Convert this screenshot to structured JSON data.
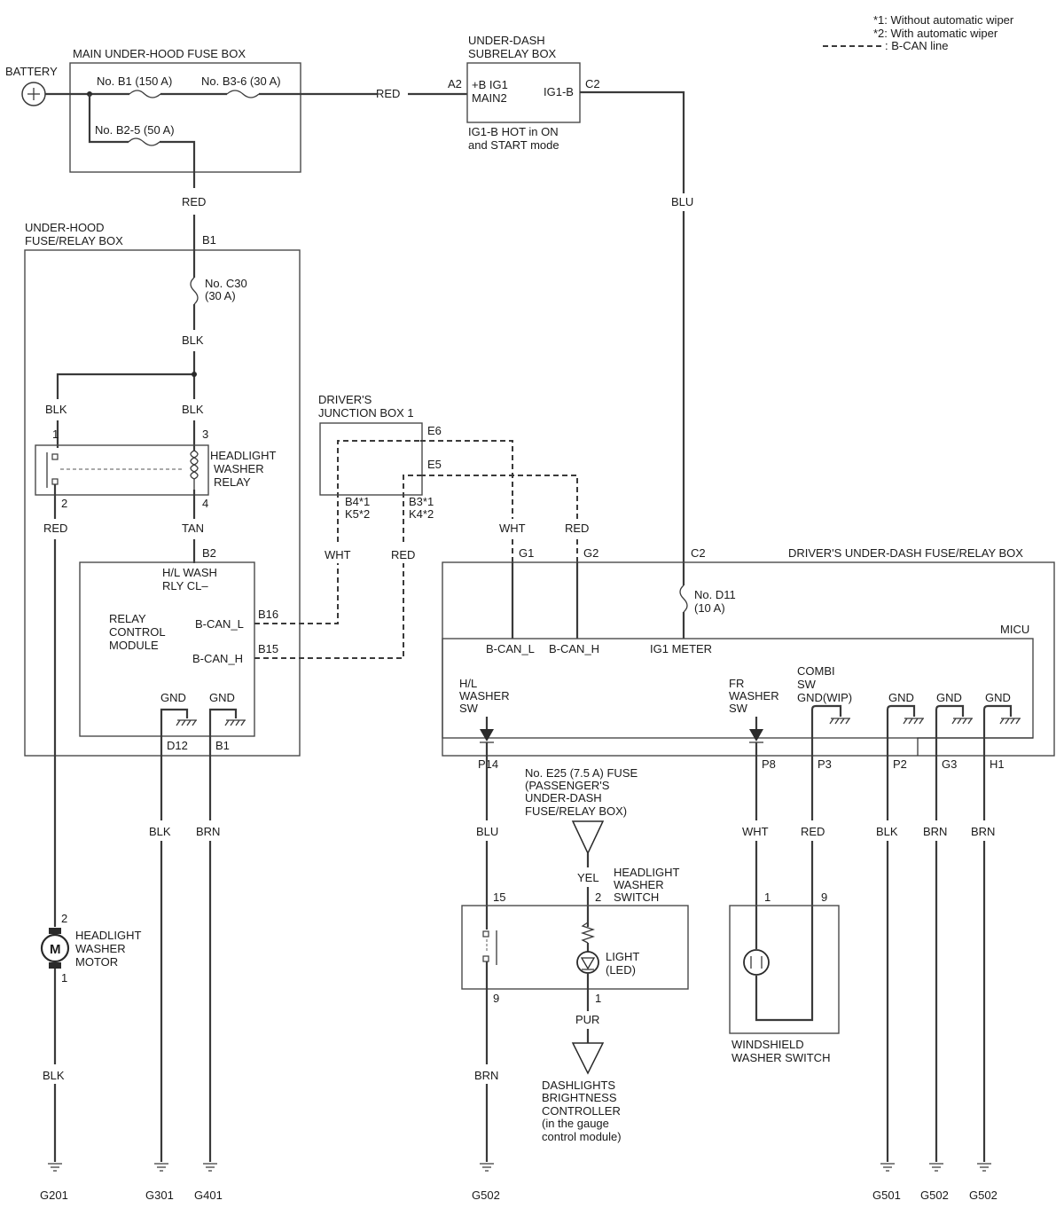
{
  "legend": {
    "note1": "*1: Without automatic wiper",
    "note2": "*2: With automatic wiper",
    "can_line": ": B-CAN line"
  },
  "battery": {
    "label": "BATTERY"
  },
  "main_fuse_box": {
    "title": "MAIN UNDER-HOOD FUSE BOX",
    "fuse_b1": "No. B1 (150 A)",
    "fuse_b3_6": "No. B3-6 (30 A)",
    "fuse_b2_5": "No. B2-5 (50 A)"
  },
  "subrelay_box": {
    "title1": "UNDER-DASH",
    "title2": "SUBRELAY BOX",
    "pin_a2": "A2",
    "pin_c2": "C2",
    "term1": "+B IG1",
    "term2": "MAIN2",
    "term3": "IG1-B",
    "note1": "IG1-B HOT in ON",
    "note2": "and START mode"
  },
  "uh_box": {
    "title1": "UNDER-HOOD",
    "title2": "FUSE/RELAY BOX",
    "pin_b1": "B1",
    "fuse1": "No. C30",
    "fuse2": "(30 A)",
    "relay1": "HEADLIGHT",
    "relay2": "WASHER",
    "relay3": "RELAY",
    "rp1": "1",
    "rp2": "2",
    "rp3": "3",
    "rp4": "4",
    "pin_b2": "B2"
  },
  "rcm": {
    "hl1": "H/L WASH",
    "hl2": "RLY CL–",
    "name1": "RELAY",
    "name2": "CONTROL",
    "name3": "MODULE",
    "canl": "B-CAN_L",
    "canh": "B-CAN_H",
    "pin_b16": "B16",
    "pin_b15": "B15",
    "gnd1": "GND",
    "gnd2": "GND",
    "pin_d12": "D12",
    "pin_b1": "B1"
  },
  "jb1": {
    "title1": "DRIVER'S",
    "title2": "JUNCTION BOX 1",
    "pin_e6": "E6",
    "pin_e5": "E5",
    "pin_b4": "B4*1",
    "pin_k5": "K5*2",
    "pin_b3": "B3*1",
    "pin_k4": "K4*2"
  },
  "udash_box": {
    "title": "DRIVER'S UNDER-DASH FUSE/RELAY BOX",
    "pin_g1": "G1",
    "pin_g2": "G2",
    "pin_c2": "C2",
    "fuse1": "No. D11",
    "fuse2": "(10 A)",
    "micu": "MICU",
    "canl": "B-CAN_L",
    "canh": "B-CAN_H",
    "ig1": "IG1 METER",
    "hlsw1": "H/L",
    "hlsw2": "WASHER",
    "hlsw3": "SW",
    "frsw1": "FR",
    "frsw2": "WASHER",
    "frsw3": "SW",
    "combi1": "COMBI",
    "combi2": "SW",
    "combi3": "GND(WIP)",
    "gnd1": "GND",
    "gnd2": "GND",
    "gnd3": "GND",
    "pin_p14": "P14",
    "pin_p8": "P8",
    "pin_p3": "P3",
    "pin_p2": "P2",
    "pin_g3": "G3",
    "pin_h1": "H1"
  },
  "wires": {
    "red_main": "RED",
    "red_b1": "RED",
    "blu_c2": "BLU",
    "blk_c30": "BLK",
    "blk_r1": "BLK",
    "blk_r3": "BLK",
    "red_r2": "RED",
    "tan_r4": "TAN",
    "wht_jb": "WHT",
    "red_jb": "RED",
    "wht_g1": "WHT",
    "red_g2": "RED",
    "blk_d12": "BLK",
    "brn_b1": "BRN",
    "blk_motor": "BLK",
    "blu_p14": "BLU",
    "yel": "YEL",
    "pur": "PUR",
    "brn_sw9": "BRN",
    "wht_p8": "WHT",
    "red_p3": "RED",
    "blk_p2": "BLK",
    "brn_g3": "BRN",
    "brn_h1": "BRN"
  },
  "motor": {
    "symbol": "M",
    "pin2": "2",
    "pin1": "1",
    "name1": "HEADLIGHT",
    "name2": "WASHER",
    "name3": "MOTOR"
  },
  "fuse_e25": {
    "line1": "No. E25 (7.5 A) FUSE",
    "line2": "(PASSENGER'S",
    "line3": "UNDER-DASH",
    "line4": "FUSE/RELAY BOX)"
  },
  "hl_switch": {
    "name1": "HEADLIGHT",
    "name2": "WASHER",
    "name3": "SWITCH",
    "pin15": "15",
    "pin2": "2",
    "pin9": "9",
    "pin1": "1",
    "light1": "LIGHT",
    "light2": "(LED)"
  },
  "dash_ctrl": {
    "line1": "DASHLIGHTS",
    "line2": "BRIGHTNESS",
    "line3": "CONTROLLER",
    "line4": "(in the gauge",
    "line5": "control module)"
  },
  "ws_switch": {
    "pin1": "1",
    "pin9": "9",
    "name1": "WINDSHIELD",
    "name2": "WASHER SWITCH"
  },
  "grounds": {
    "g201": "G201",
    "g301": "G301",
    "g401": "G401",
    "g502a": "G502",
    "g501": "G501",
    "g502b": "G502",
    "g502c": "G502"
  }
}
